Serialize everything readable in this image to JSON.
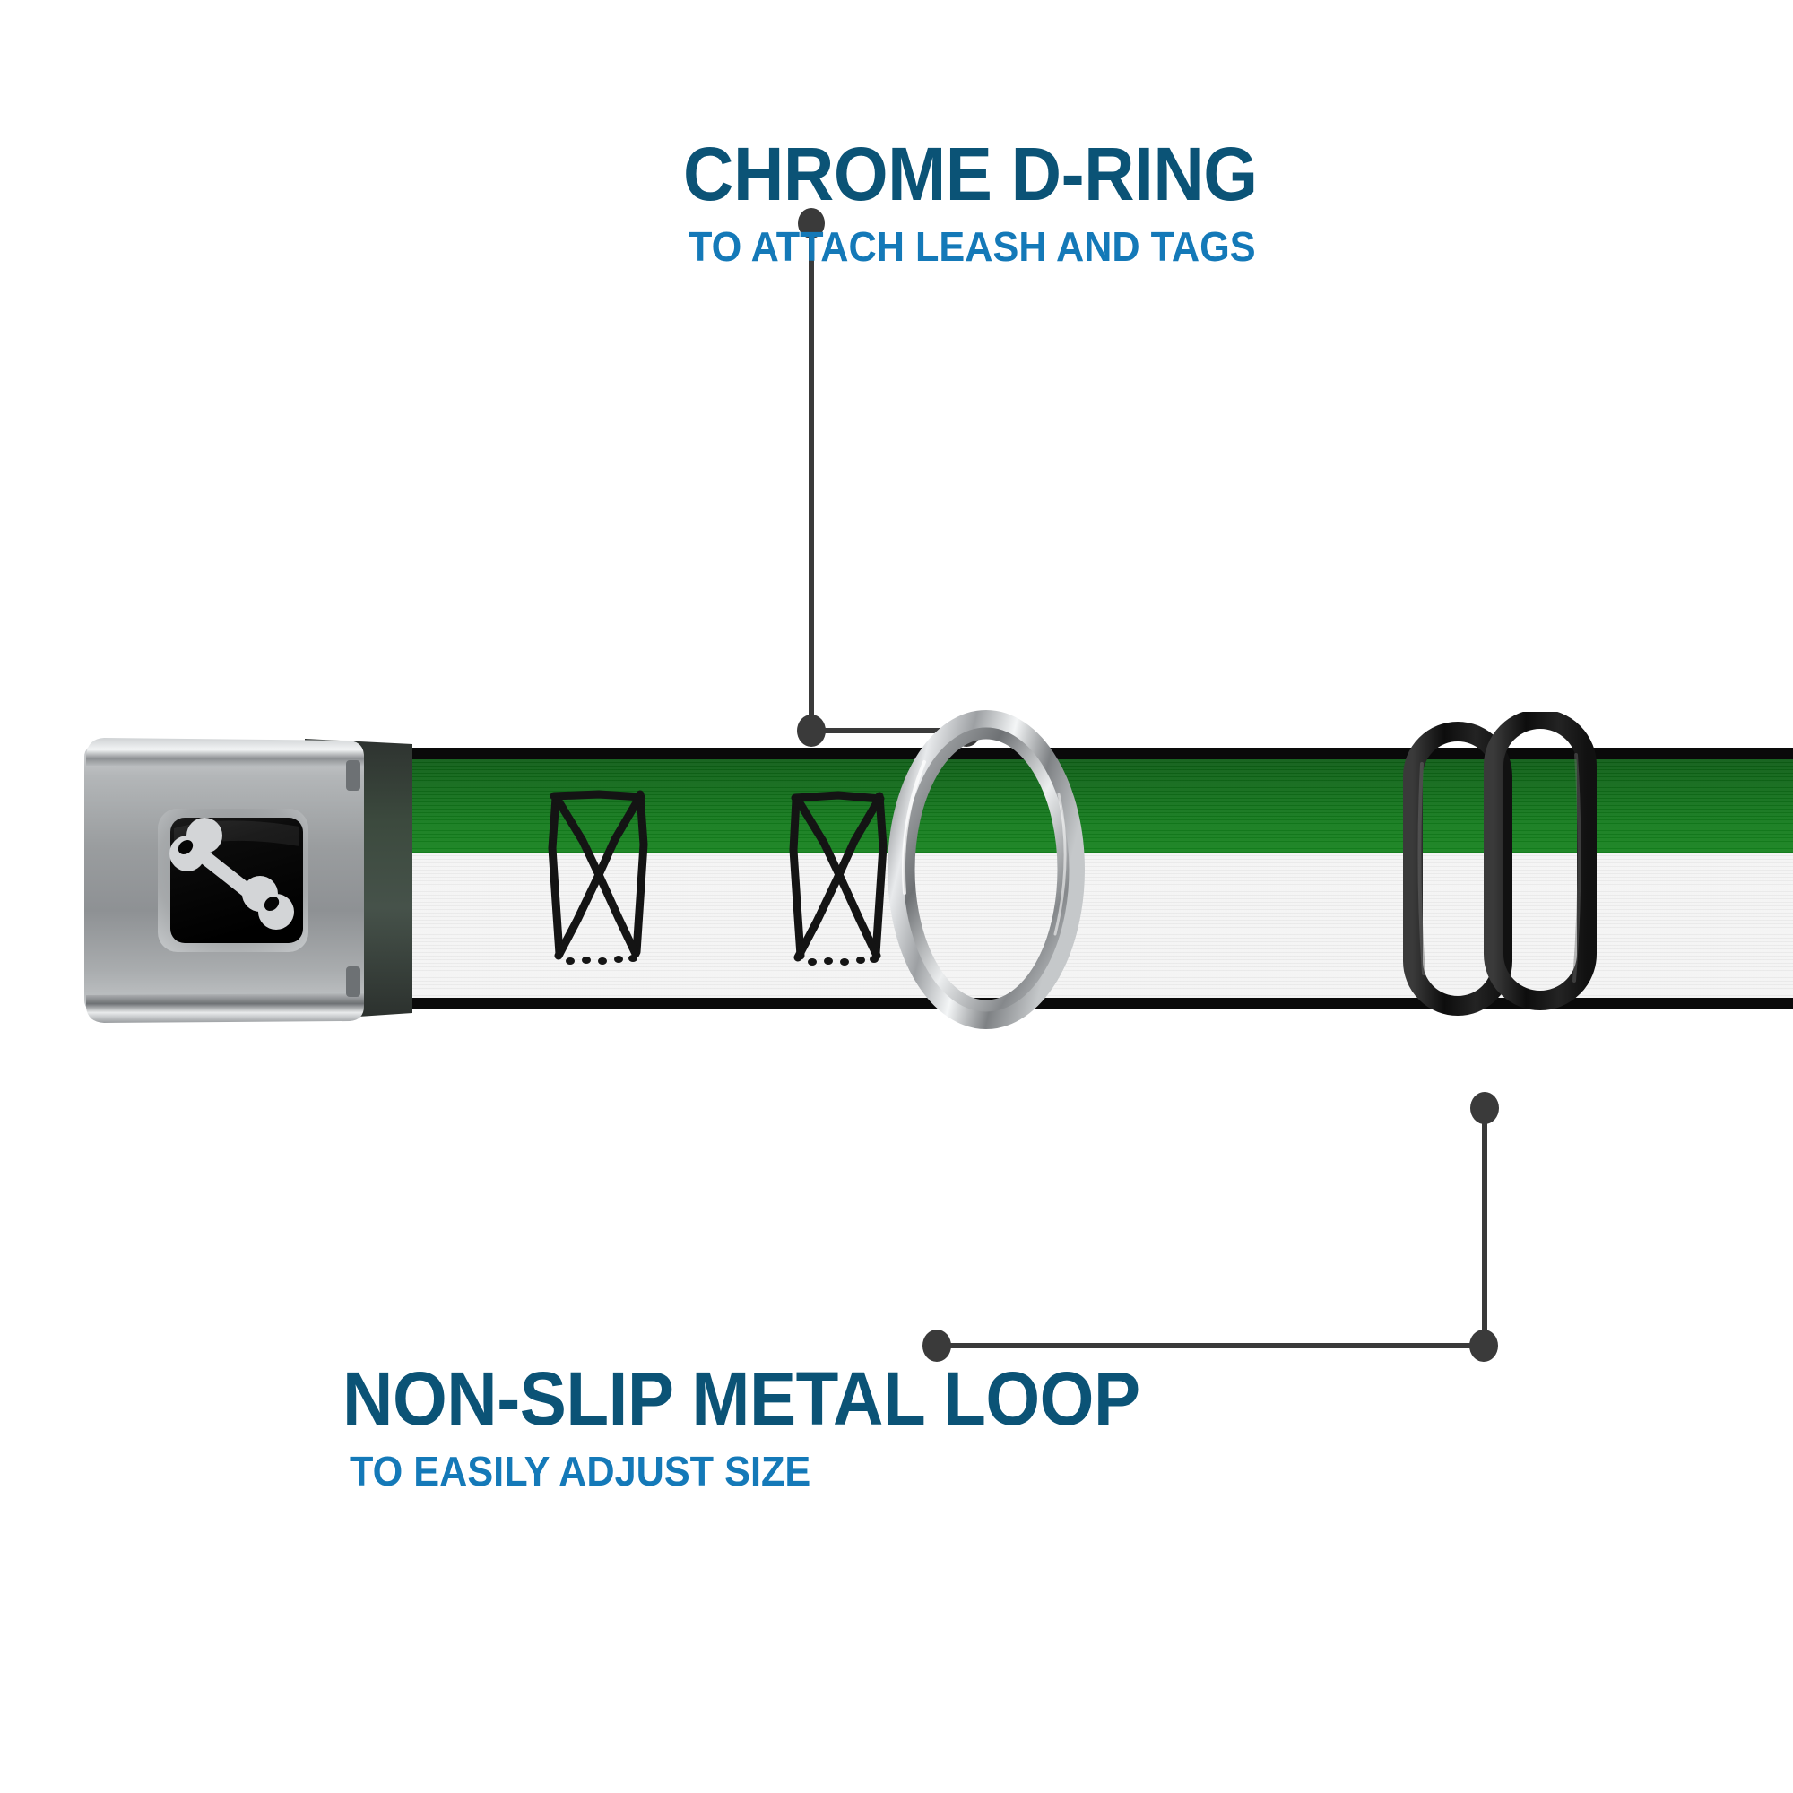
{
  "product": {
    "type": "seatbelt-buckle-dog-collar",
    "background_color": "#ffffff"
  },
  "callouts": [
    {
      "id": "chrome-d-ring",
      "title": "CHROME D-RING",
      "subtitle": "TO ATTACH LEASH AND TAGS",
      "title_color": "#0b5376",
      "subtitle_color": "#1479b8",
      "leader_color": "#3a3a3a",
      "position": "top-right"
    },
    {
      "id": "non-slip-metal-loop",
      "title": "NON-SLIP METAL LOOP",
      "subtitle": "TO EASILY ADJUST SIZE",
      "title_color": "#0b5376",
      "subtitle_color": "#1479b8",
      "leader_color": "#3a3a3a",
      "position": "bottom-left"
    }
  ],
  "parts": {
    "buckle": {
      "name": "seatbelt-buckle",
      "finish": "chrome",
      "body_color": "#9fa2a4",
      "plate_color": "#0a0a0a",
      "logo": "dog-bone-icon",
      "logo_color": "#d4d6d8"
    },
    "webbing": {
      "name": "collar-webbing",
      "edge_color": "#0a0a0a",
      "top_band_color": "#13761c",
      "bottom_band_color": "#f4f4f4",
      "pattern": "green-and-white-jagged-with-x-stitch-marks",
      "stitch_mark_color": "#111111"
    },
    "d_ring": {
      "name": "chrome-d-ring",
      "finish": "chrome",
      "color": "#b9bcbe"
    },
    "slider": {
      "name": "metal-adjuster-loop",
      "finish": "matte-black",
      "color": "#1c1c1c"
    }
  }
}
